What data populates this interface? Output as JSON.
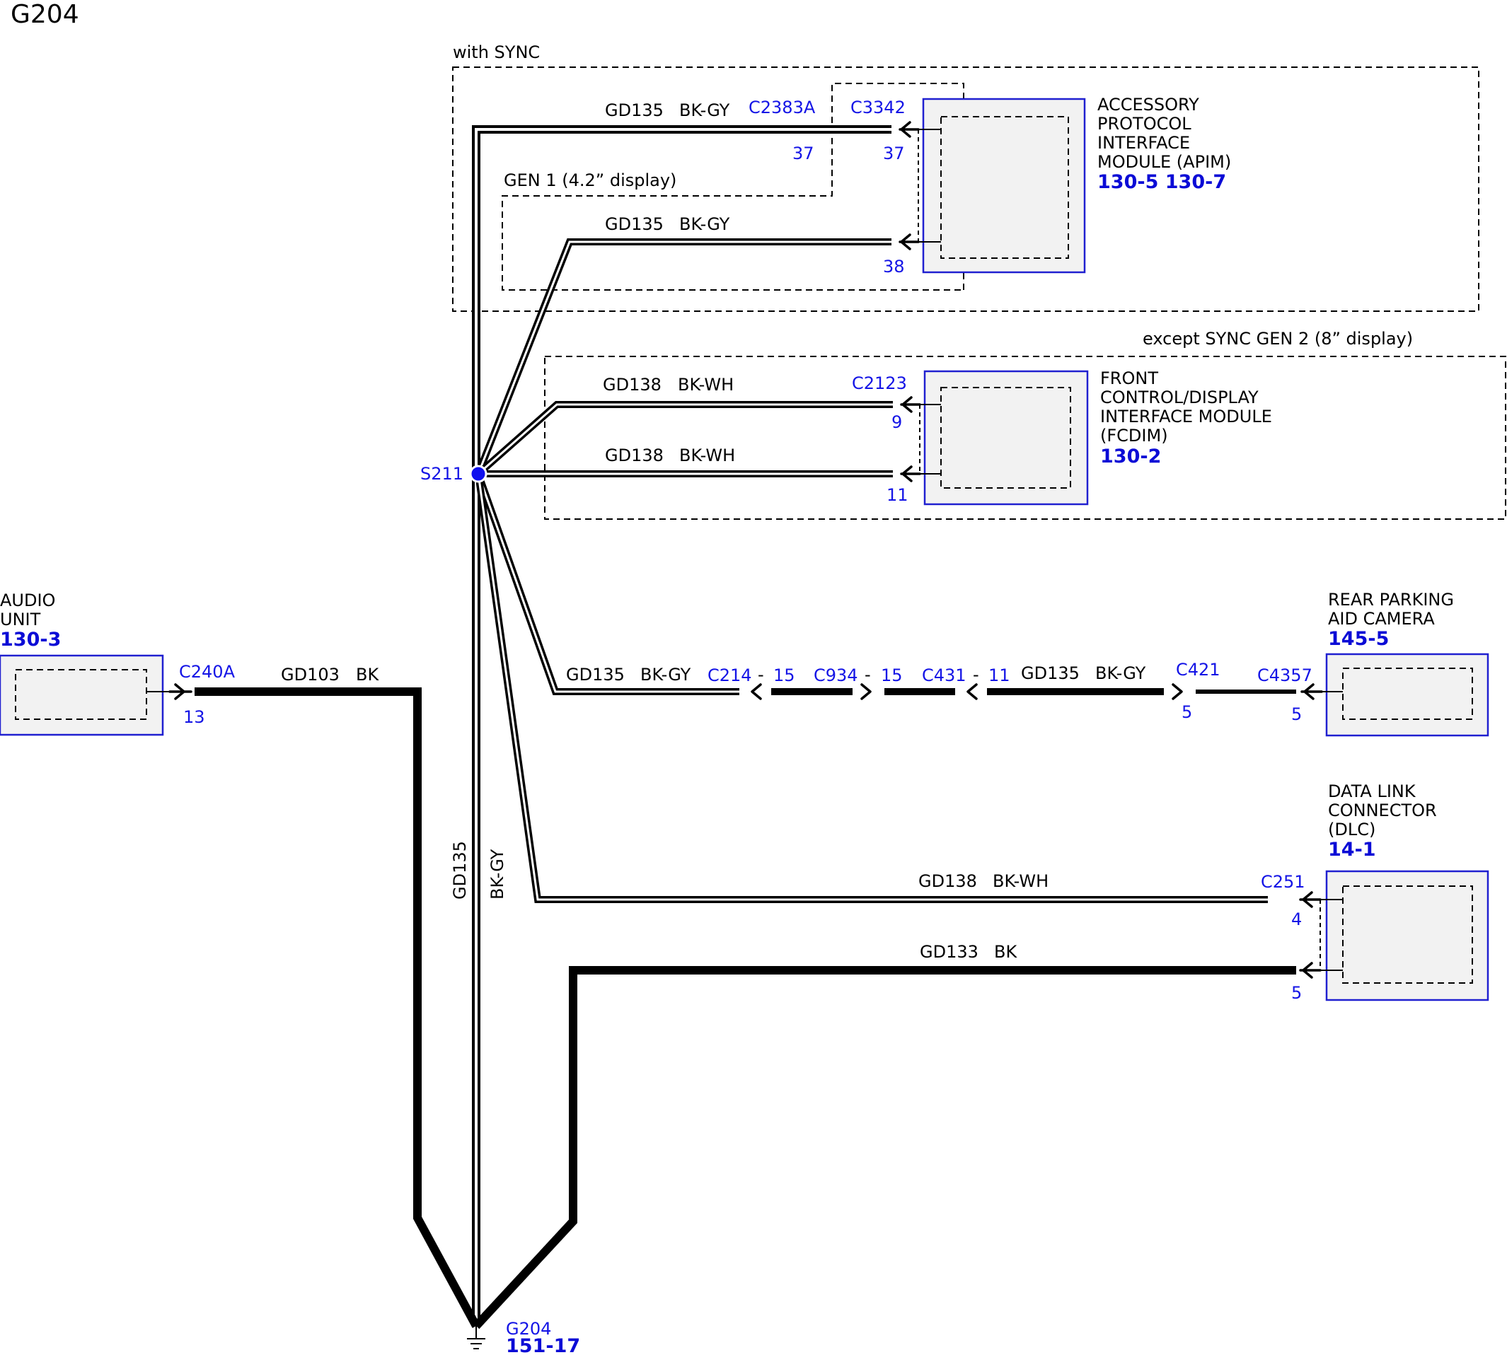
{
  "title": "G204",
  "frames": {
    "with_sync": "with SYNC",
    "gen1": "GEN 1 (4.2” display)",
    "except_sync_gen2": "except SYNC GEN 2 (8” display)"
  },
  "modules": {
    "apim": {
      "name_lines": [
        "ACCESSORY",
        "PROTOCOL",
        "INTERFACE",
        "MODULE (APIM)"
      ],
      "ref": "130-5 130-7"
    },
    "fcdim": {
      "name_lines": [
        "FRONT",
        "CONTROL/DISPLAY",
        "INTERFACE MODULE",
        "(FCDIM)"
      ],
      "ref": "130-2"
    },
    "audio": {
      "name_lines": [
        "AUDIO",
        "UNIT"
      ],
      "ref": "130-3"
    },
    "camera": {
      "name_lines": [
        "REAR PARKING",
        "AID CAMERA"
      ],
      "ref": "145-5"
    },
    "dlc": {
      "name_lines": [
        "DATA LINK",
        "CONNECTOR",
        "(DLC)"
      ],
      "ref": "14-1"
    }
  },
  "splice": {
    "id": "S211"
  },
  "ground": {
    "id": "G204",
    "ref": "151-17"
  },
  "wires": {
    "gd135": "GD135",
    "bkgy": "BK-GY",
    "gd138": "GD138",
    "bkwh": "BK-WH",
    "gd103": "GD103",
    "bk": "BK",
    "gd133": "GD133"
  },
  "connectors": {
    "c2383a": "C2383A",
    "c3342": "C3342",
    "c2123": "C2123",
    "c240a": "C240A",
    "c214": "C214",
    "c934": "C934",
    "c431": "C431",
    "c421": "C421",
    "c4357": "C4357",
    "c251": "C251"
  },
  "pins": {
    "p37a": "37",
    "p37b": "37",
    "p38": "38",
    "p9": "9",
    "p11a": "11",
    "p13": "13",
    "p15a": "15",
    "p15b": "15",
    "p11b": "11",
    "p5a": "5",
    "p5b": "5",
    "p4": "4",
    "p5c": "5"
  },
  "dash": "-",
  "colors": {
    "connector_blue": "#1414e6",
    "module_border": "#2020d0",
    "wire": "#000000"
  }
}
